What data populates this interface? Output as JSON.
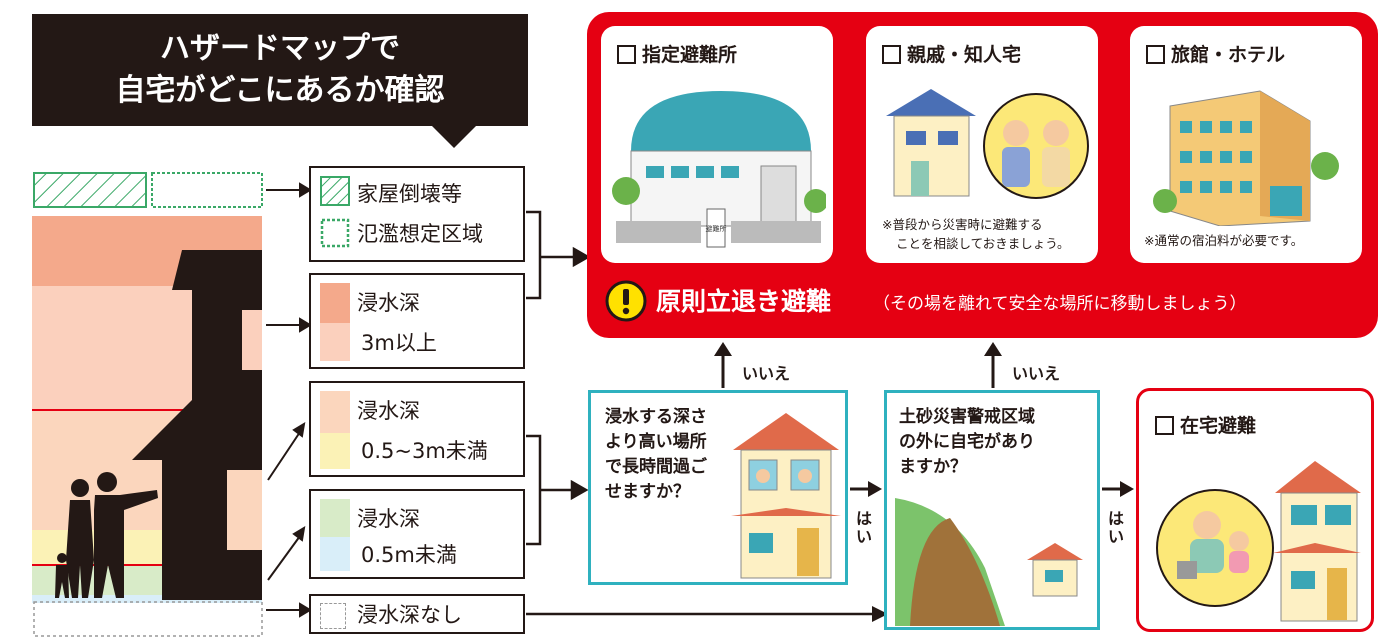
{
  "header": {
    "line1": "ハザードマップで",
    "line2": "自宅がどこにあるか確認"
  },
  "legend": {
    "collapse_flood": [
      "家屋倒壊等",
      "氾濫想定区域"
    ],
    "depth_3m": [
      "浸水深",
      "3m以上"
    ],
    "depth_05_3m": [
      "浸水深",
      "0.5~3m未満"
    ],
    "depth_05m": [
      "浸水深",
      "0.5m未満"
    ],
    "no_flood": "浸水深なし"
  },
  "evacuation": {
    "designated_shelter": "指定避難所",
    "relatives": "親戚・知人宅",
    "relatives_note": [
      "※普段から災害時に避難する",
      "ことを相談しておきましょう。"
    ],
    "hotel": "旅館・ホテル",
    "hotel_note": "※通常の宿泊料が必要です。",
    "shelter_sign": "避難所",
    "principle_title": "原則立退き避難",
    "principle_sub": "（その場を離れて安全な場所に移動しましょう）"
  },
  "questions": {
    "q1": [
      "浸水する深さ",
      "より高い場所",
      "で長時間過ご",
      "せますか？"
    ],
    "q2": [
      "土砂災害警戒区域",
      "の外に自宅があり",
      "ますか？"
    ],
    "no_label_1": "いいえ",
    "no_label_2": "いいえ",
    "yes_label_1": "はい",
    "yes_label_2": "はい"
  },
  "home": {
    "title": "在宅避難"
  },
  "colors": {
    "red": "#e50012",
    "teal": "#2fb1bf",
    "dark": "#231815",
    "green_hatch": "#3aa867",
    "depth_3m": "#f4a98b",
    "depth_3m_light": "#fbd0bd",
    "depth_mid": "#fbd6bd",
    "depth_mid_yellow": "#fbf2b6",
    "depth_low_green": "#d8ebc8",
    "depth_low_blue": "#d9eef9"
  }
}
